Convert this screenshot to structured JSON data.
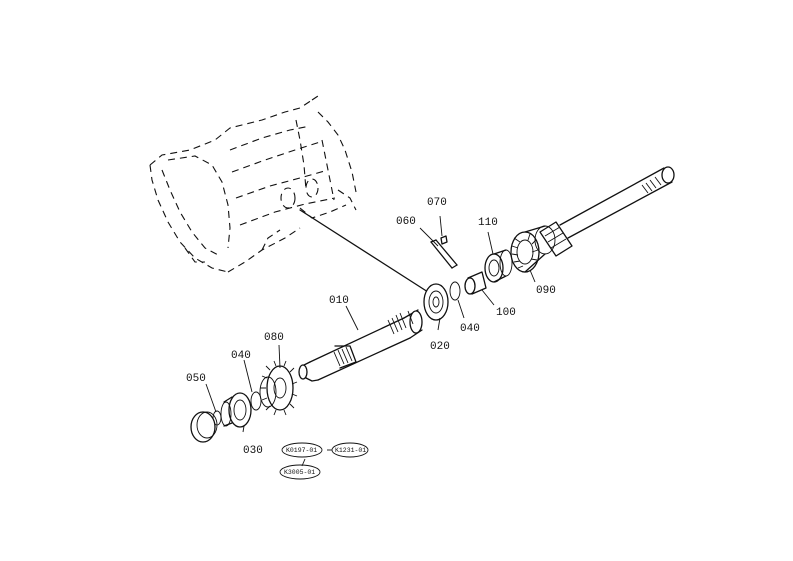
{
  "callouts": {
    "p010": "010",
    "p020": "020",
    "p030": "030",
    "p040a": "040",
    "p040b": "040",
    "p050": "050",
    "p060": "060",
    "p070": "070",
    "p080": "080",
    "p090": "090",
    "p100": "100",
    "p110": "110"
  },
  "model_codes": {
    "a": "K0197-01",
    "b": "K1231-01",
    "c": "K3005-01"
  }
}
